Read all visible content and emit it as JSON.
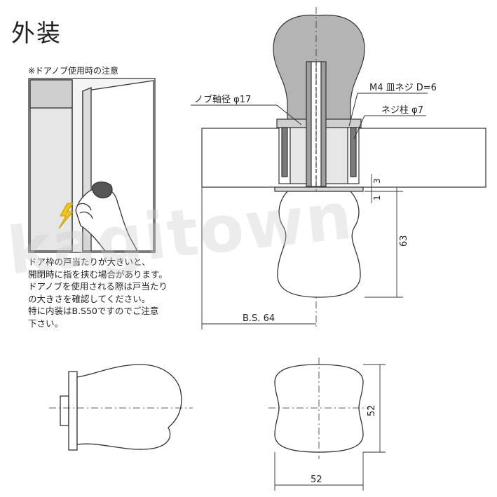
{
  "title": "外装",
  "caution": {
    "heading": "※ドアノブ使用時の注意",
    "lines": [
      "ドア枠の戸当たりが大きいと、",
      "開閉時に指を挟む場合があります。",
      "ドアノブを使用される際は戸当たり",
      "の大きさを確認してください。",
      "特に内装はB.S50ですのでご注意",
      "下さい。"
    ]
  },
  "labels": {
    "shaft_diameter": "ノブ軸径 φ17",
    "screw": "M4 皿ネジ D=6",
    "screw_post": "ネジ柱 φ7",
    "dim_3": "3",
    "dim_1": "1",
    "dim_63": "63",
    "backset": "B.S. 64",
    "width_52": "52",
    "height_52": "52"
  },
  "watermark": "kagitown",
  "colors": {
    "knob_fill": "#b4b4b4",
    "line": "#333333",
    "caution_bolt": "#f0c419"
  }
}
